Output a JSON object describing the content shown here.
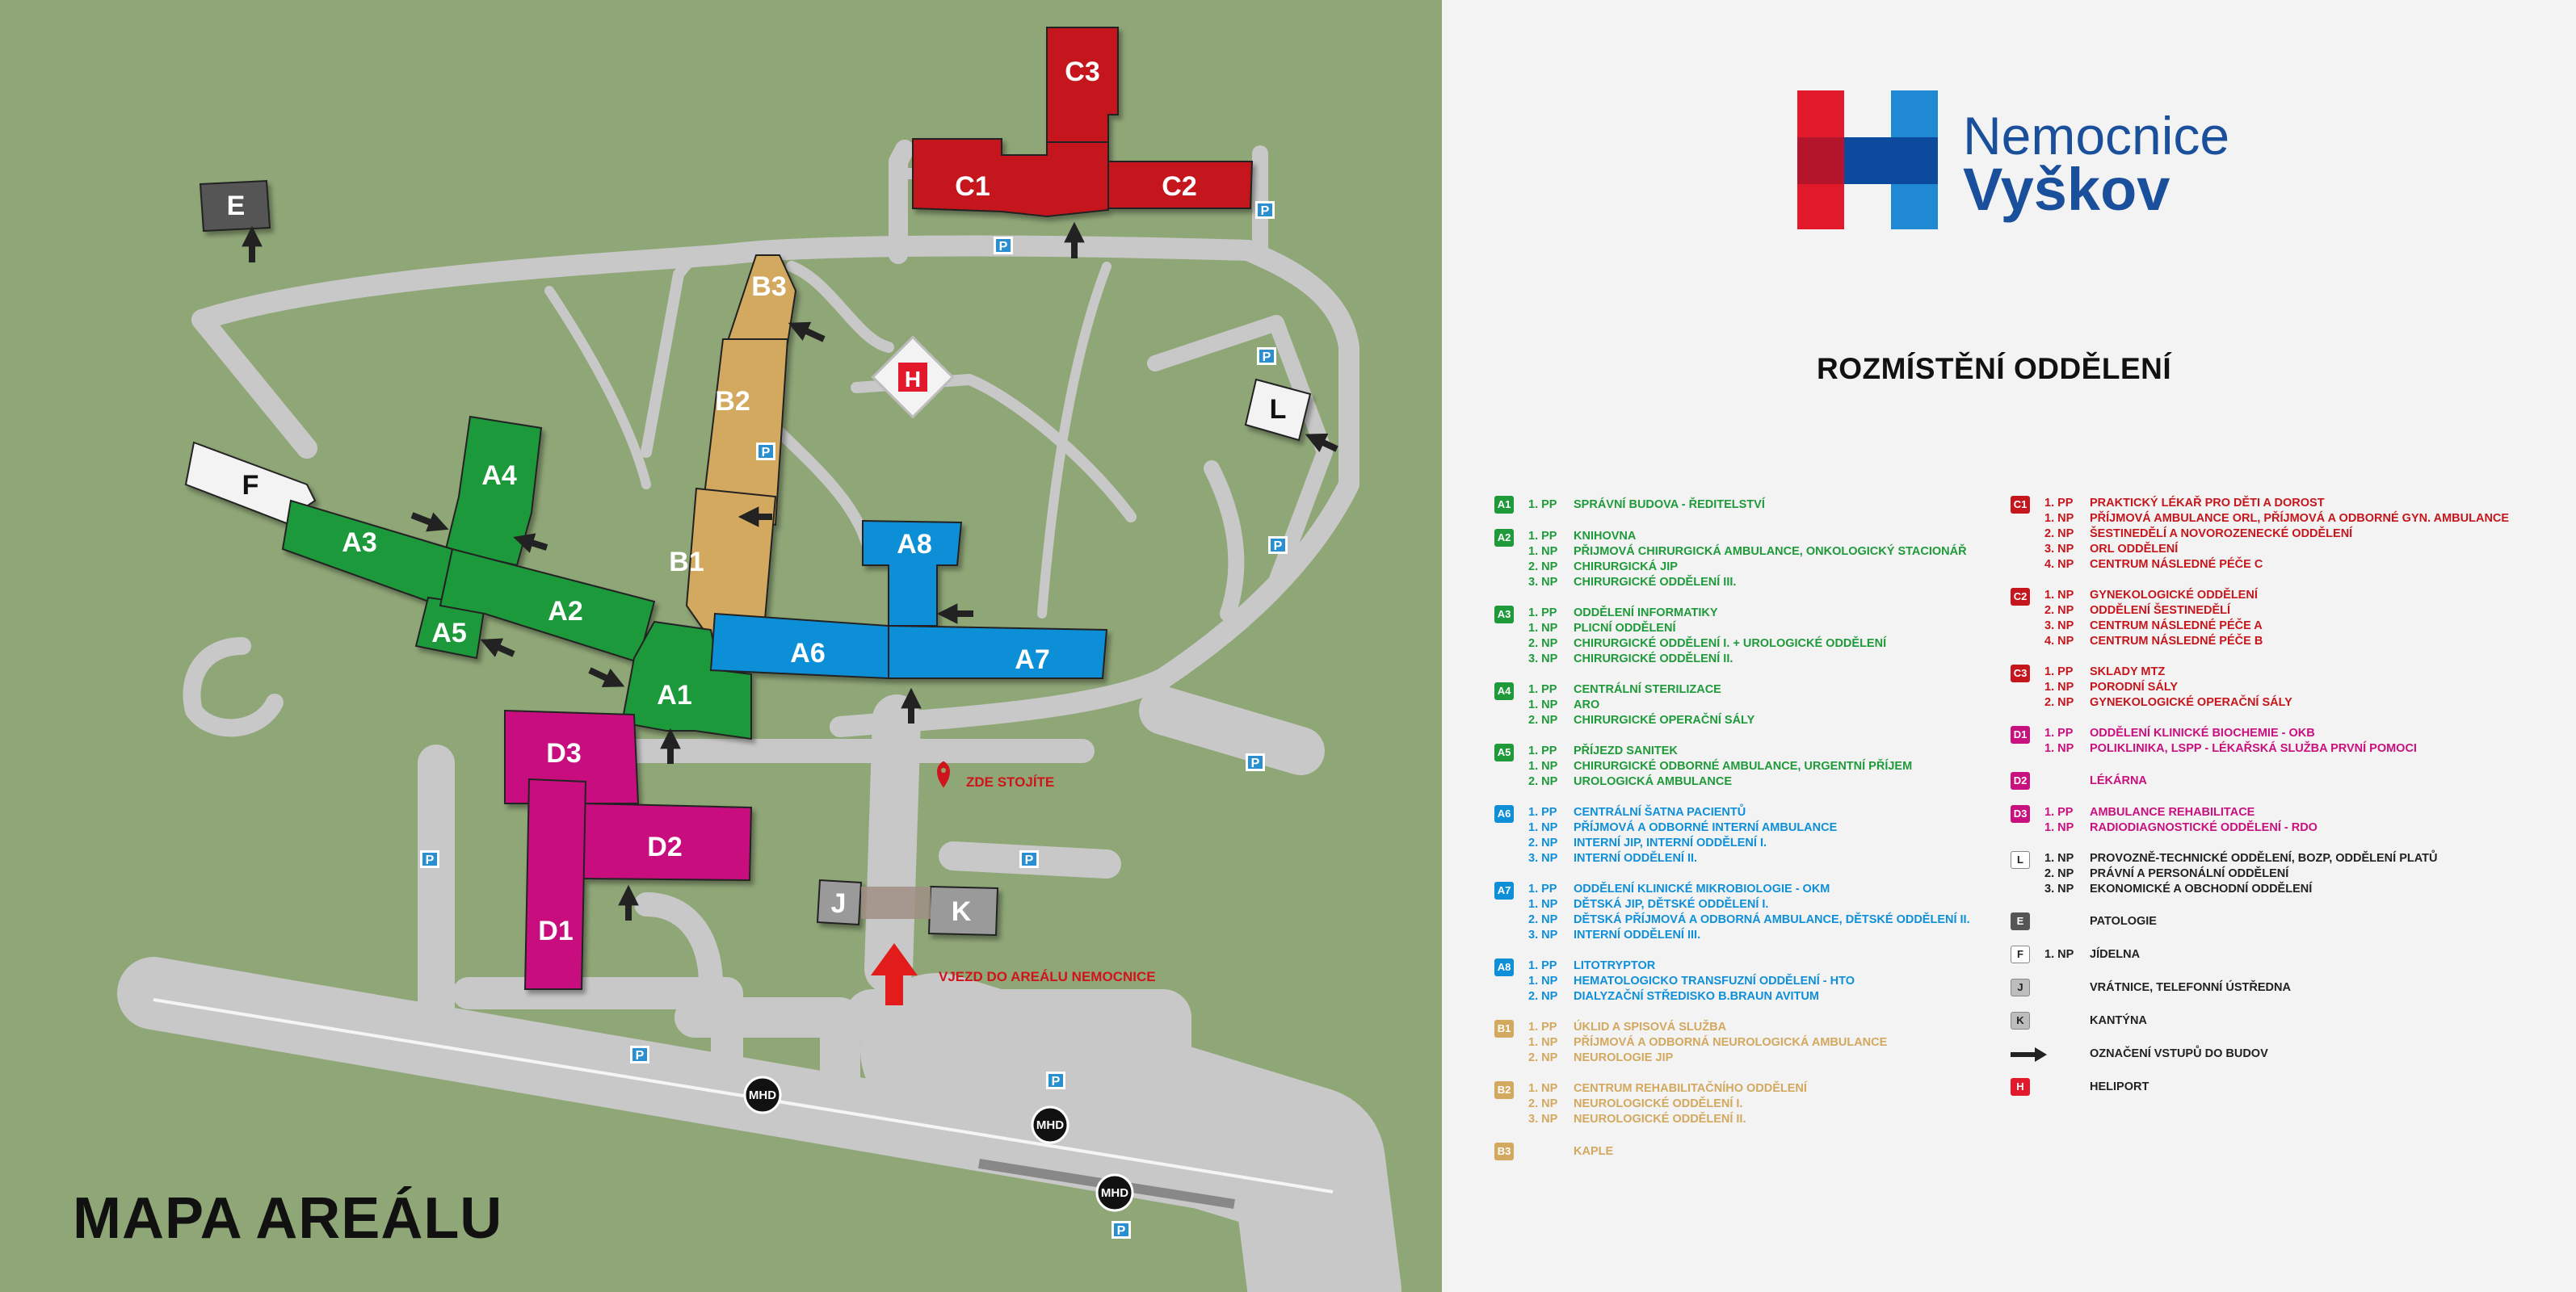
{
  "map": {
    "title": "MAPA AREÁLU",
    "here_label": "ZDE STOJÍTE",
    "entrance_label": "VJEZD DO AREÁLU NEMOCNICE",
    "building_labels": {
      "C3": "C3",
      "C1": "C1",
      "C2": "C2",
      "E": "E",
      "B3": "B3",
      "B2": "B2",
      "B1": "B1",
      "L": "L",
      "F": "F",
      "A4": "A4",
      "A3": "A3",
      "A5": "A5",
      "A2": "A2",
      "A1": "A1",
      "A8": "A8",
      "A6": "A6",
      "A7": "A7",
      "D3": "D3",
      "D2": "D2",
      "D1": "D1",
      "J": "J",
      "K": "K",
      "H": "H"
    },
    "parking_label": "P",
    "bus_label": "MHD",
    "colors": {
      "background": "#8fa677",
      "road": "#c4c4c4",
      "road_edge": "#d9d9d9",
      "A": "#1f9a3a",
      "B": "#d3a85f",
      "C": "#c4161c",
      "D": "#c8107f",
      "A68": "#0f8fd8",
      "gray": "#9a9a9a",
      "white": "#f3f3f3",
      "dark": "#555555",
      "parking": "#2a8fd0",
      "entrance_arrow": "#e21b1b"
    }
  },
  "logo": {
    "line1": "Nemocnice",
    "line2": "Vyškov",
    "colors": {
      "red": "#e2182b",
      "dark_blue": "#0b4a9c",
      "light_blue": "#1f8ad3",
      "text": "#1a4f9c"
    }
  },
  "legend": {
    "title": "ROZMÍSTĚNÍ ODDĚLENÍ",
    "left": [
      {
        "code": "A1",
        "color": "#1f9a3a",
        "rows": [
          [
            "1. PP",
            "SPRÁVNÍ BUDOVA - ŘEDITELSTVÍ"
          ]
        ]
      },
      {
        "code": "A2",
        "color": "#1f9a3a",
        "rows": [
          [
            "1. PP",
            "KNIHOVNA"
          ],
          [
            "1. NP",
            "PŘIJMOVÁ CHIRURGICKÁ AMBULANCE, ONKOLOGICKÝ STACIONÁŘ"
          ],
          [
            "2. NP",
            "CHIRURGICKÁ JIP"
          ],
          [
            "3. NP",
            "CHIRURGICKÉ ODDĚLENÍ III."
          ]
        ]
      },
      {
        "code": "A3",
        "color": "#1f9a3a",
        "rows": [
          [
            "1. PP",
            "ODDĚLENÍ INFORMATIKY"
          ],
          [
            "1. NP",
            "PLICNÍ ODDĚLENÍ"
          ],
          [
            "2. NP",
            "CHIRURGICKÉ ODDĚLENÍ I. + UROLOGICKÉ ODDĚLENÍ"
          ],
          [
            "3. NP",
            "CHIRURGICKÉ ODDĚLENÍ II."
          ]
        ]
      },
      {
        "code": "A4",
        "color": "#1f9a3a",
        "rows": [
          [
            "1. PP",
            "CENTRÁLNÍ STERILIZACE"
          ],
          [
            "1. NP",
            "ARO"
          ],
          [
            "2. NP",
            "CHIRURGICKÉ OPERAČNÍ SÁLY"
          ]
        ]
      },
      {
        "code": "A5",
        "color": "#1f9a3a",
        "rows": [
          [
            "1. PP",
            "PŘÍJEZD SANITEK"
          ],
          [
            "1. NP",
            "CHIRURGICKÉ ODBORNÉ AMBULANCE, URGENTNÍ PŘÍJEM"
          ],
          [
            "2. NP",
            "UROLOGICKÁ AMBULANCE"
          ]
        ]
      },
      {
        "code": "A6",
        "color": "#0f8fd8",
        "rows": [
          [
            "1. PP",
            "CENTRÁLNÍ ŠATNA PACIENTŮ"
          ],
          [
            "1. NP",
            "PŘÍJMOVÁ A ODBORNÉ INTERNÍ AMBULANCE"
          ],
          [
            "2. NP",
            "INTERNÍ JIP, INTERNÍ ODDĚLENÍ I."
          ],
          [
            "3. NP",
            "INTERNÍ ODDĚLENÍ II."
          ]
        ]
      },
      {
        "code": "A7",
        "color": "#0f8fd8",
        "rows": [
          [
            "1. PP",
            "ODDĚLENÍ KLINICKÉ MIKROBIOLOGIE - OKM"
          ],
          [
            "1. NP",
            "DĚTSKÁ JIP, DĚTSKÉ ODDĚLENÍ I."
          ],
          [
            "2. NP",
            "DĚTSKÁ PŘÍJMOVÁ A ODBORNÁ AMBULANCE, DĚTSKÉ ODDĚLENÍ II."
          ],
          [
            "3. NP",
            "INTERNÍ ODDĚLENÍ III."
          ]
        ]
      },
      {
        "code": "A8",
        "color": "#0f8fd8",
        "rows": [
          [
            "1. PP",
            "LITOTRYPTOR"
          ],
          [
            "1. NP",
            "HEMATOLOGICKO TRANSFUZNÍ ODDĚLENÍ - HTO"
          ],
          [
            "2. NP",
            "DIALYZAČNÍ STŘEDISKO B.BRAUN AVITUM"
          ]
        ]
      },
      {
        "code": "B1",
        "color": "#d3a85f",
        "rows": [
          [
            "1. PP",
            "ÚKLID A SPISOVÁ SLUŽBA"
          ],
          [
            "1. NP",
            "PŘÍJMOVÁ A ODBORNÁ NEUROLOGICKÁ AMBULANCE"
          ],
          [
            "2. NP",
            "NEUROLOGIE JIP"
          ]
        ]
      },
      {
        "code": "B2",
        "color": "#d3a85f",
        "rows": [
          [
            "1. NP",
            "CENTRUM REHABILITAČNÍHO ODDĚLENÍ"
          ],
          [
            "2. NP",
            "NEUROLOGICKÉ ODDĚLENÍ I."
          ],
          [
            "3. NP",
            "NEUROLOGICKÉ ODDĚLENÍ II."
          ]
        ]
      },
      {
        "code": "B3",
        "color": "#d3a85f",
        "rows": [
          [
            "",
            "KAPLE"
          ]
        ]
      }
    ],
    "right": [
      {
        "code": "C1",
        "color": "#c4161c",
        "rows": [
          [
            "1. PP",
            "PRAKTICKÝ LÉKAŘ PRO DĚTI A DOROST"
          ],
          [
            "1. NP",
            "PŘÍJMOVÁ AMBULANCE ORL, PŘÍJMOVÁ A ODBORNÉ GYN. AMBULANCE"
          ],
          [
            "2. NP",
            "ŠESTINEDĚLÍ A NOVOROZENECKÉ ODDĚLENÍ"
          ],
          [
            "3. NP",
            "ORL ODDĚLENÍ"
          ],
          [
            "4. NP",
            "CENTRUM NÁSLEDNÉ PÉČE C"
          ]
        ]
      },
      {
        "code": "C2",
        "color": "#c4161c",
        "rows": [
          [
            "1. NP",
            "GYNEKOLOGICKÉ ODDĚLENÍ"
          ],
          [
            "2. NP",
            "ODDĚLENÍ ŠESTINEDĚLÍ"
          ],
          [
            "3. NP",
            "CENTRUM NÁSLEDNÉ PÉČE A"
          ],
          [
            "4. NP",
            "CENTRUM NÁSLEDNÉ PÉČE B"
          ]
        ]
      },
      {
        "code": "C3",
        "color": "#c4161c",
        "rows": [
          [
            "1. PP",
            "SKLADY MTZ"
          ],
          [
            "1. NP",
            "PORODNÍ SÁLY"
          ],
          [
            "2. NP",
            "GYNEKOLOGICKÉ OPERAČNÍ SÁLY"
          ]
        ]
      },
      {
        "code": "D1",
        "color": "#c8107f",
        "rows": [
          [
            "1. PP",
            "ODDĚLENÍ KLINICKÉ BIOCHEMIE - OKB"
          ],
          [
            "1. NP",
            "POLIKLINIKA, LSPP - LÉKAŘSKÁ SLUŽBA PRVNÍ POMOCI"
          ]
        ]
      },
      {
        "code": "D2",
        "color": "#c8107f",
        "rows": [
          [
            "",
            "LÉKÁRNA"
          ]
        ]
      },
      {
        "code": "D3",
        "color": "#c8107f",
        "rows": [
          [
            "1. PP",
            "AMBULANCE REHABILITACE"
          ],
          [
            "1. NP",
            "RADIODIAGNOSTICKÉ ODDĚLENÍ - RDO"
          ]
        ]
      },
      {
        "code": "L",
        "color": "#ffffff",
        "text_color": "#222222",
        "rows": [
          [
            "1. NP",
            "PROVOZNĚ-TECHNICKÉ ODDĚLENÍ, BOZP, ODDĚLENÍ PLATŮ"
          ],
          [
            "2. NP",
            "PRÁVNÍ A PERSONÁLNÍ ODDĚLENÍ"
          ],
          [
            "3. NP",
            "EKONOMICKÉ A OBCHODNÍ ODDĚLENÍ"
          ]
        ]
      },
      {
        "code": "E",
        "color": "#555555",
        "text_color": "#222222",
        "rows": [
          [
            "",
            "PATOLOGIE"
          ]
        ]
      },
      {
        "code": "F",
        "color": "#ffffff",
        "text_color": "#222222",
        "rows": [
          [
            "1. NP",
            "JÍDELNA"
          ]
        ]
      },
      {
        "code": "J",
        "color": "#bdbdbd",
        "text_color": "#222222",
        "rows": [
          [
            "",
            "VRÁTNICE, TELEFONNÍ ÚSTŘEDNA"
          ]
        ]
      },
      {
        "code": "K",
        "color": "#bdbdbd",
        "text_color": "#222222",
        "rows": [
          [
            "",
            "KANTÝNA"
          ]
        ]
      },
      {
        "code": "arrow",
        "color": "#222222",
        "text_color": "#222222",
        "rows": [
          [
            "",
            "OZNAČENÍ VSTUPŮ DO BUDOV"
          ]
        ]
      },
      {
        "code": "H",
        "color": "#e2182b",
        "text_color": "#222222",
        "rows": [
          [
            "",
            "HELIPORT"
          ]
        ]
      }
    ]
  }
}
